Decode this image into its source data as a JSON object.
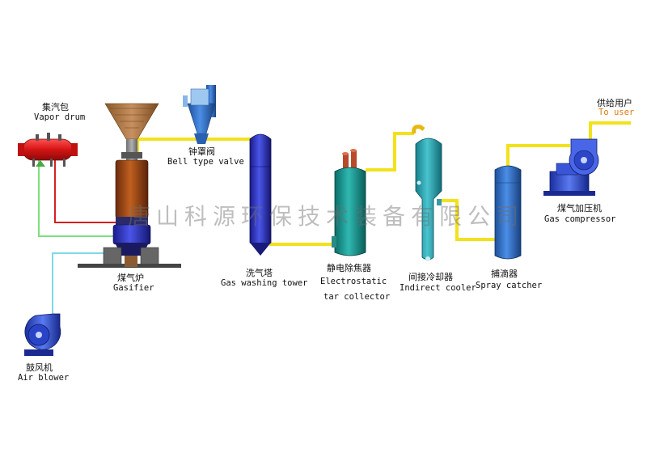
{
  "equipment": {
    "vapor_drum": {
      "zh": "集汽包",
      "en": "Vapor drum"
    },
    "bell_valve": {
      "zh": "钟罩阀",
      "en": "Bell type valve"
    },
    "gasifier": {
      "zh": "煤气炉",
      "en": "Gasifier"
    },
    "air_blower": {
      "zh": "鼓风机",
      "en": "Air blower"
    },
    "washing_tower": {
      "zh": "洗气塔",
      "en": "Gas washing tower"
    },
    "electrostatic": {
      "zh": "静电除焦器",
      "en": "Electrostatic",
      "en2": "tar collector"
    },
    "indirect_cooler": {
      "zh": "间接冷却器",
      "en": "Indirect cooler"
    },
    "spray_catcher": {
      "zh": "捕滴器",
      "en": "Spray catcher"
    },
    "compressor": {
      "zh": "煤气加压机",
      "en": "Gas compressor"
    },
    "to_user": {
      "zh": "供给用户",
      "en": "To user"
    }
  },
  "watermark": "唐山科源环保技术装备有限公司",
  "colors": {
    "gas_pipe": "#f2e21c",
    "steam_pipe": "#d62020",
    "water_pipe": "#7ee07e",
    "air_pipe": "#7fd8e8",
    "to_user_text": "#e07a10"
  }
}
